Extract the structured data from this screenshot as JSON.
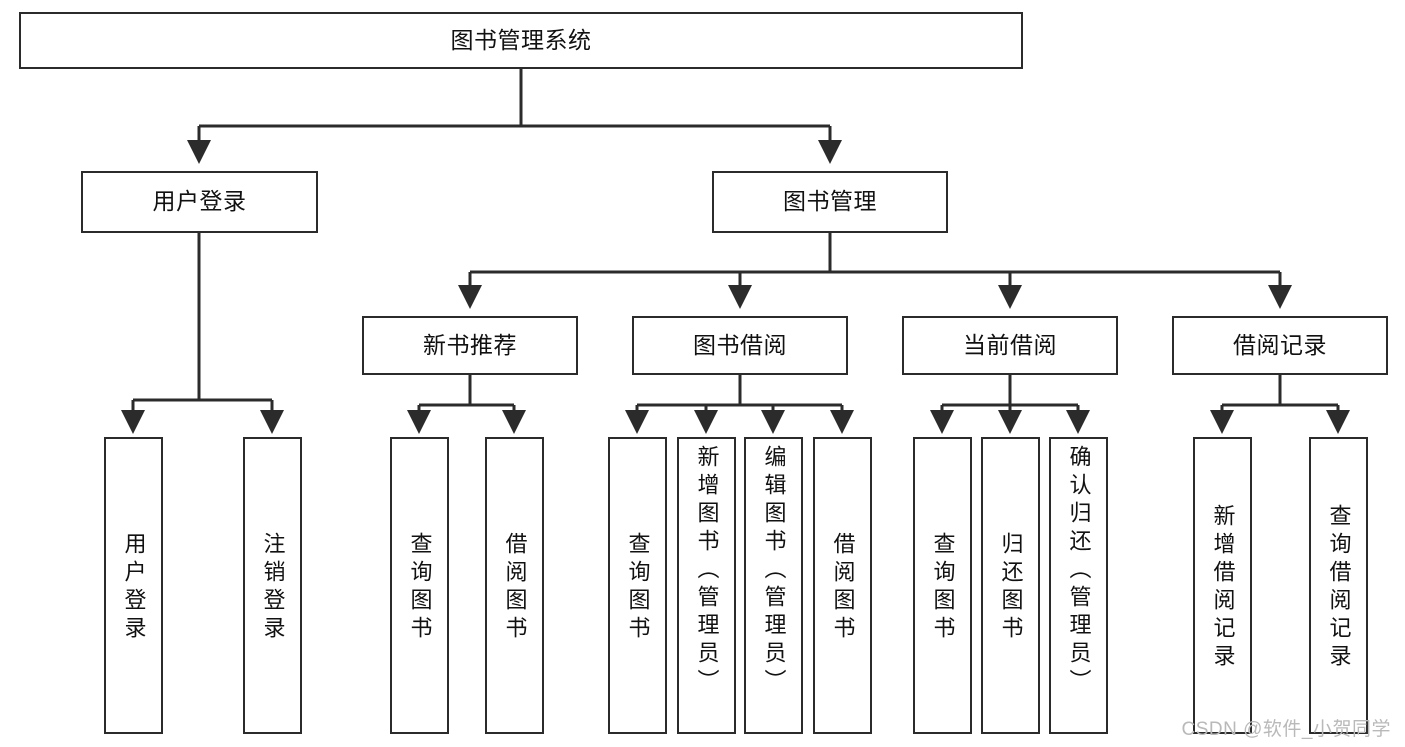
{
  "diagram": {
    "type": "tree-hierarchy-chart",
    "title": "图书管理系统",
    "watermark": "CSDN @软件_小贺同学",
    "colors": {
      "box_border": "#2b2b2b",
      "box_fill": "#ffffff",
      "connector": "#2b2b2b",
      "text": "#111111",
      "watermark": "#b9b9b9"
    },
    "root": {
      "label": "图书管理系统"
    },
    "level2": [
      {
        "label": "用户登录"
      },
      {
        "label": "图书管理"
      }
    ],
    "level3": [
      {
        "label": "新书推荐"
      },
      {
        "label": "图书借阅"
      },
      {
        "label": "当前借阅"
      },
      {
        "label": "借阅记录"
      }
    ],
    "leaves": {
      "user_login": [
        {
          "label": "用户登录"
        },
        {
          "label": "注销登录"
        }
      ],
      "new_book_recommend": [
        {
          "label": "查询图书"
        },
        {
          "label": "借阅图书"
        }
      ],
      "book_borrow": [
        {
          "label": "查询图书"
        },
        {
          "label": "新增图书（管理员）"
        },
        {
          "label": "编辑图书（管理员）"
        },
        {
          "label": "借阅图书"
        }
      ],
      "current_borrow": [
        {
          "label": "查询图书"
        },
        {
          "label": "归还图书"
        },
        {
          "label": "确认归还（管理员）"
        }
      ],
      "borrow_record": [
        {
          "label": "新增借阅记录"
        },
        {
          "label": "查询借阅记录"
        }
      ]
    }
  }
}
